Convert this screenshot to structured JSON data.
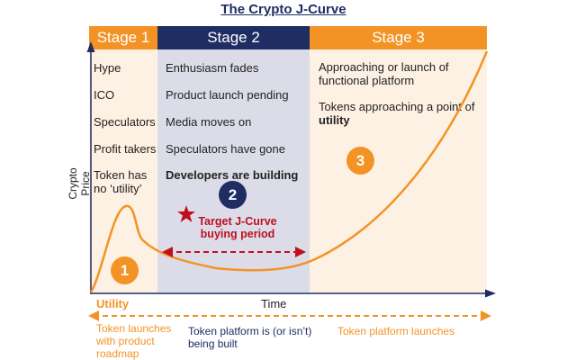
{
  "title": "The Crypto J-Curve",
  "stages": [
    {
      "label": "Stage 1",
      "items": [
        "Hype",
        "ICO",
        "Speculators",
        "Profit takers",
        "Token has no ‘utility’"
      ]
    },
    {
      "label": "Stage 2",
      "items": [
        "Enthusiasm fades",
        "Product launch pending",
        "Media moves on",
        "Speculators have gone",
        "Developers are building"
      ]
    },
    {
      "label": "Stage 3",
      "items": [
        "Approaching or launch of functional platform",
        "Tokens approaching a point of",
        "utility"
      ]
    }
  ],
  "markers": [
    "1",
    "2",
    "3"
  ],
  "target_label": "Target J-Curve buying period",
  "y_axis_label": "Crypto Price",
  "x_axis_label": "Time",
  "utility_label": "Utility",
  "bottom": [
    "Token launches with product roadmap",
    "Token platform is (or isn’t) being built",
    "Token platform launches"
  ],
  "colors": {
    "orange": "#f39325",
    "navy": "#1f2d63",
    "red": "#c0101e",
    "stage1_bg": "#fdf1e3",
    "stage2_bg": "#dcdce8"
  }
}
